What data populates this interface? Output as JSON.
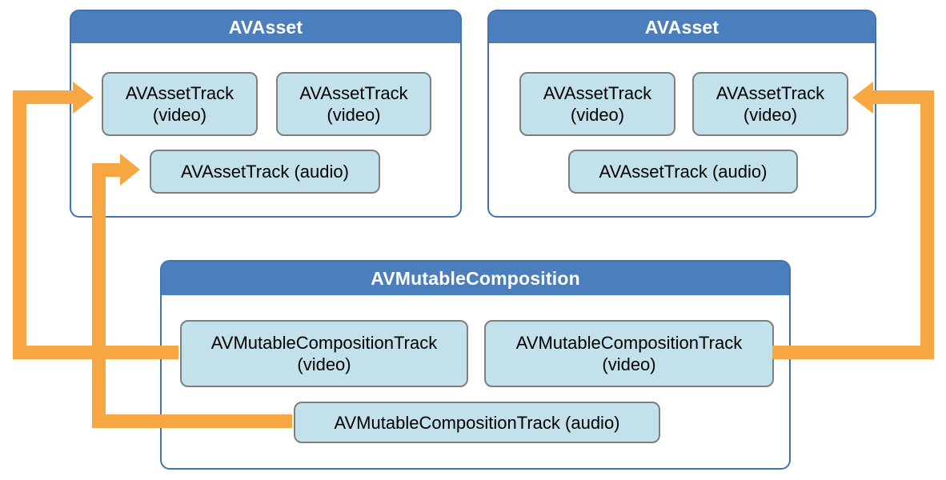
{
  "groups": [
    {
      "title": "AVAsset",
      "tracks": [
        {
          "label": "AVAssetTrack",
          "sublabel": "(video)"
        },
        {
          "label": "AVAssetTrack",
          "sublabel": "(video)"
        },
        {
          "label": "AVAssetTrack (audio)"
        }
      ]
    },
    {
      "title": "AVAsset",
      "tracks": [
        {
          "label": "AVAssetTrack",
          "sublabel": "(video)"
        },
        {
          "label": "AVAssetTrack",
          "sublabel": "(video)"
        },
        {
          "label": "AVAssetTrack (audio)"
        }
      ]
    },
    {
      "title": "AVMutableComposition",
      "tracks": [
        {
          "label": "AVMutableCompositionTrack",
          "sublabel": "(video)"
        },
        {
          "label": "AVMutableCompositionTrack",
          "sublabel": "(video)"
        },
        {
          "label": "AVMutableCompositionTrack (audio)"
        }
      ]
    }
  ],
  "arrows": [
    {
      "name": "composition-video-1-to-left-asset-video-1",
      "direction": "right"
    },
    {
      "name": "composition-audio-to-left-asset-audio",
      "direction": "right"
    },
    {
      "name": "composition-video-2-to-right-asset-video-2",
      "direction": "left"
    }
  ],
  "colors": {
    "group_header_fill": "#4A7EBC",
    "group_border": "#4273AE",
    "track_fill": "#C3E1EB",
    "track_border": "#7E7E7E",
    "arrow_orange": "#F6A742",
    "title_text": "#FFFFFF",
    "track_text": "#000000",
    "background": "#FFFFFF"
  }
}
